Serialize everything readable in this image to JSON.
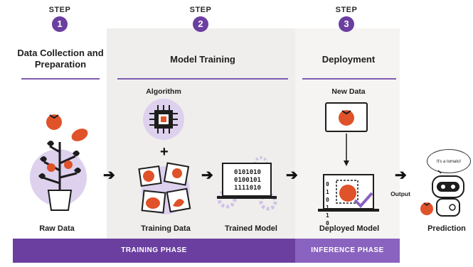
{
  "steps": [
    {
      "label": "STEP",
      "number": "1"
    },
    {
      "label": "STEP",
      "number": "2"
    },
    {
      "label": "STEP",
      "number": "3"
    }
  ],
  "headings": {
    "step1": "Data Collection and Preparation",
    "step2": "Model Training",
    "step3": "Deployment"
  },
  "sublabels": {
    "algorithm": "Algorithm",
    "new_data": "New Data",
    "output": "Output"
  },
  "captions": {
    "raw_data": "Raw Data",
    "training_data": "Training Data",
    "trained_model": "Trained Model",
    "deployed_model": "Deployed Model",
    "prediction": "Prediction"
  },
  "binary": {
    "trained_rows": [
      "0101010",
      "0100101",
      "1111010"
    ],
    "deployed_rows": [
      "0 1",
      "0 1",
      "1 0"
    ]
  },
  "speech_bubble": "It's a tomato!",
  "phases": {
    "training": "TRAINING PHASE",
    "inference": "INFERENCE PHASE"
  },
  "colors": {
    "accent_purple": "#6b3fa0",
    "light_purple": "#8a62bf",
    "tomato": "#e0522a",
    "leaf": "#1d1d1d"
  }
}
